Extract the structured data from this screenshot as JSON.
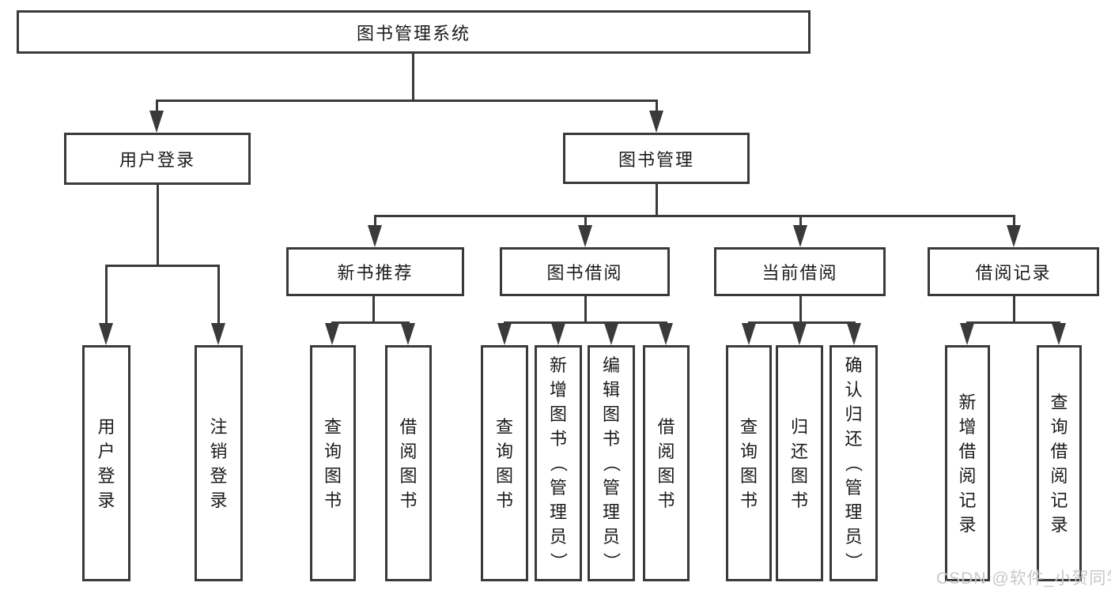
{
  "tree": {
    "label": "图书管理系统",
    "children": [
      {
        "label": "用户登录",
        "children": [
          {
            "label": "用户登录"
          },
          {
            "label": "注销登录"
          }
        ]
      },
      {
        "label": "图书管理",
        "children": [
          {
            "label": "新书推荐",
            "children": [
              {
                "label": "查询图书"
              },
              {
                "label": "借阅图书"
              }
            ]
          },
          {
            "label": "图书借阅",
            "children": [
              {
                "label": "查询图书"
              },
              {
                "label": "新增图书（管理员）"
              },
              {
                "label": "编辑图书（管理员）"
              },
              {
                "label": "借阅图书"
              }
            ]
          },
          {
            "label": "当前借阅",
            "children": [
              {
                "label": "查询图书"
              },
              {
                "label": "归还图书"
              },
              {
                "label": "确认归还（管理员）"
              }
            ]
          },
          {
            "label": "借阅记录",
            "children": [
              {
                "label": "新增借阅记录"
              },
              {
                "label": "查询借阅记录"
              }
            ]
          }
        ]
      }
    ]
  },
  "watermark": {
    "text": "CSDN @软件_小贺同学"
  },
  "colors": {
    "line": "#3a3a3a",
    "text": "#1a1a1a",
    "box_background": "#ffffff",
    "watermark": "#c8c8c8"
  }
}
